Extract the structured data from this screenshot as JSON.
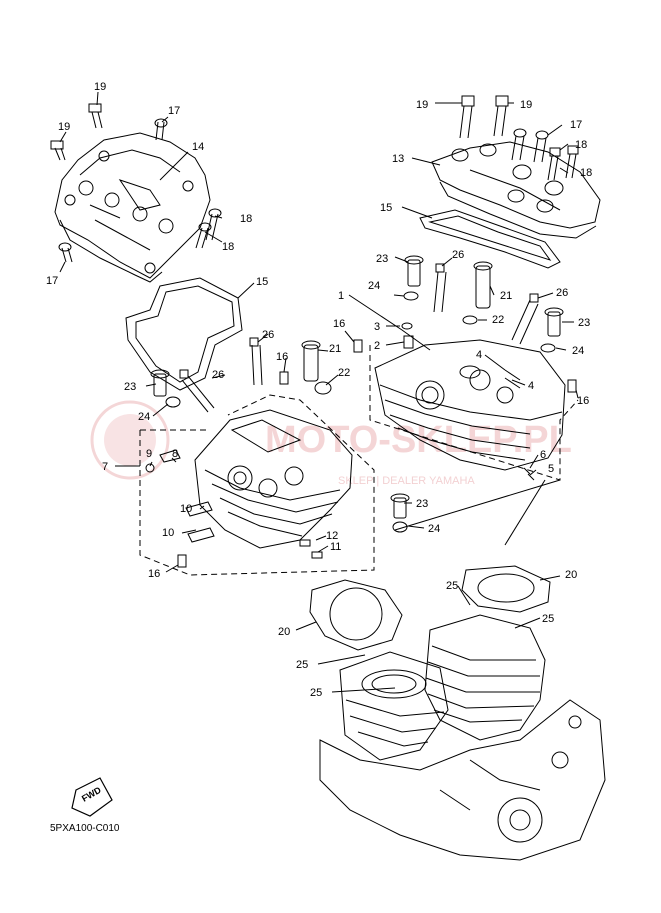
{
  "diagram_code": "5PXA100-C010",
  "fwd_label": "FWD",
  "watermark": {
    "text": "MOTO-SKLEP.PL",
    "subtext": "SKLEP | DEALER YAMAHA"
  },
  "callouts": [
    {
      "id": "c-19a",
      "label": "19"
    },
    {
      "id": "c-17a",
      "label": "17"
    },
    {
      "id": "c-19b",
      "label": "19"
    },
    {
      "id": "c-14",
      "label": "14"
    },
    {
      "id": "c-18a",
      "label": "18"
    },
    {
      "id": "c-18b",
      "label": "18"
    },
    {
      "id": "c-17b",
      "label": "17"
    },
    {
      "id": "c-19c",
      "label": "19"
    },
    {
      "id": "c-19d",
      "label": "19"
    },
    {
      "id": "c-17c",
      "label": "17"
    },
    {
      "id": "c-13",
      "label": "13"
    },
    {
      "id": "c-18c",
      "label": "18"
    },
    {
      "id": "c-18d",
      "label": "18"
    },
    {
      "id": "c-15a",
      "label": "15"
    },
    {
      "id": "c-15b",
      "label": "15"
    },
    {
      "id": "c-23a",
      "label": "23"
    },
    {
      "id": "c-26a",
      "label": "26"
    },
    {
      "id": "c-24a",
      "label": "24"
    },
    {
      "id": "c-21a",
      "label": "21"
    },
    {
      "id": "c-26b",
      "label": "26"
    },
    {
      "id": "c-1",
      "label": "1"
    },
    {
      "id": "c-22a",
      "label": "22"
    },
    {
      "id": "c-16a",
      "label": "16"
    },
    {
      "id": "c-3",
      "label": "3"
    },
    {
      "id": "c-2",
      "label": "2"
    },
    {
      "id": "c-23b",
      "label": "23"
    },
    {
      "id": "c-24b",
      "label": "24"
    },
    {
      "id": "c-4a",
      "label": "4"
    },
    {
      "id": "c-4b",
      "label": "4"
    },
    {
      "id": "c-16b",
      "label": "16"
    },
    {
      "id": "c-26c",
      "label": "26"
    },
    {
      "id": "c-16c",
      "label": "16"
    },
    {
      "id": "c-21b",
      "label": "21"
    },
    {
      "id": "c-23c",
      "label": "23"
    },
    {
      "id": "c-26d",
      "label": "26"
    },
    {
      "id": "c-22b",
      "label": "22"
    },
    {
      "id": "c-24c",
      "label": "24"
    },
    {
      "id": "c-7",
      "label": "7"
    },
    {
      "id": "c-9",
      "label": "9"
    },
    {
      "id": "c-8",
      "label": "8"
    },
    {
      "id": "c-6",
      "label": "6"
    },
    {
      "id": "c-5",
      "label": "5"
    },
    {
      "id": "c-10a",
      "label": "10"
    },
    {
      "id": "c-10b",
      "label": "10"
    },
    {
      "id": "c-12",
      "label": "12"
    },
    {
      "id": "c-11",
      "label": "11"
    },
    {
      "id": "c-16d",
      "label": "16"
    },
    {
      "id": "c-23d",
      "label": "23"
    },
    {
      "id": "c-24d",
      "label": "24"
    },
    {
      "id": "c-20a",
      "label": "20"
    },
    {
      "id": "c-25a",
      "label": "25"
    },
    {
      "id": "c-25b",
      "label": "25"
    },
    {
      "id": "c-20b",
      "label": "20"
    },
    {
      "id": "c-25c",
      "label": "25"
    },
    {
      "id": "c-25d",
      "label": "25"
    }
  ]
}
